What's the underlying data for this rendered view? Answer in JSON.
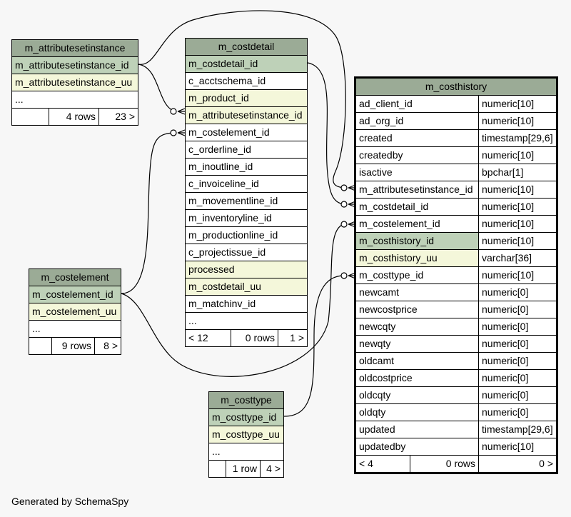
{
  "generated_by": "Generated by SchemaSpy",
  "attributesetinstance": {
    "title": "m_attributesetinstance",
    "columns": [
      "m_attributesetinstance_id",
      "m_attributesetinstance_uu",
      "..."
    ],
    "footer": {
      "left": "",
      "mid": "4 rows",
      "right": "23 >"
    }
  },
  "costelement": {
    "title": "m_costelement",
    "columns": [
      "m_costelement_id",
      "m_costelement_uu",
      "..."
    ],
    "footer": {
      "left": "",
      "mid": "9 rows",
      "right": "8 >"
    }
  },
  "costtype": {
    "title": "m_costtype",
    "columns": [
      "m_costtype_id",
      "m_costtype_uu",
      "..."
    ],
    "footer": {
      "left": "",
      "mid": "1 row",
      "right": "4 >"
    }
  },
  "costdetail": {
    "title": "m_costdetail",
    "columns": [
      "m_costdetail_id",
      "c_acctschema_id",
      "m_product_id",
      "m_attributesetinstance_id",
      "m_costelement_id",
      "c_orderline_id",
      "m_inoutline_id",
      "c_invoiceline_id",
      "m_movementline_id",
      "m_inventoryline_id",
      "m_productionline_id",
      "c_projectissue_id",
      "processed",
      "m_costdetail_uu",
      "m_matchinv_id",
      "..."
    ],
    "footer": {
      "left": "< 12",
      "mid": "0 rows",
      "right": "1 >"
    }
  },
  "costhistory": {
    "title": "m_costhistory",
    "columns": [
      {
        "name": "ad_client_id",
        "type": "numeric[10]"
      },
      {
        "name": "ad_org_id",
        "type": "numeric[10]"
      },
      {
        "name": "created",
        "type": "timestamp[29,6]"
      },
      {
        "name": "createdby",
        "type": "numeric[10]"
      },
      {
        "name": "isactive",
        "type": "bpchar[1]"
      },
      {
        "name": "m_attributesetinstance_id",
        "type": "numeric[10]"
      },
      {
        "name": "m_costdetail_id",
        "type": "numeric[10]"
      },
      {
        "name": "m_costelement_id",
        "type": "numeric[10]"
      },
      {
        "name": "m_costhistory_id",
        "type": "numeric[10]"
      },
      {
        "name": "m_costhistory_uu",
        "type": "varchar[36]"
      },
      {
        "name": "m_costtype_id",
        "type": "numeric[10]"
      },
      {
        "name": "newcamt",
        "type": "numeric[0]"
      },
      {
        "name": "newcostprice",
        "type": "numeric[0]"
      },
      {
        "name": "newcqty",
        "type": "numeric[0]"
      },
      {
        "name": "newqty",
        "type": "numeric[0]"
      },
      {
        "name": "oldcamt",
        "type": "numeric[0]"
      },
      {
        "name": "oldcostprice",
        "type": "numeric[0]"
      },
      {
        "name": "oldcqty",
        "type": "numeric[0]"
      },
      {
        "name": "oldqty",
        "type": "numeric[0]"
      },
      {
        "name": "updated",
        "type": "timestamp[29,6]"
      },
      {
        "name": "updatedby",
        "type": "numeric[10]"
      }
    ],
    "footer": {
      "left": "< 4",
      "mid": "0 rows",
      "right": "0 >"
    }
  }
}
